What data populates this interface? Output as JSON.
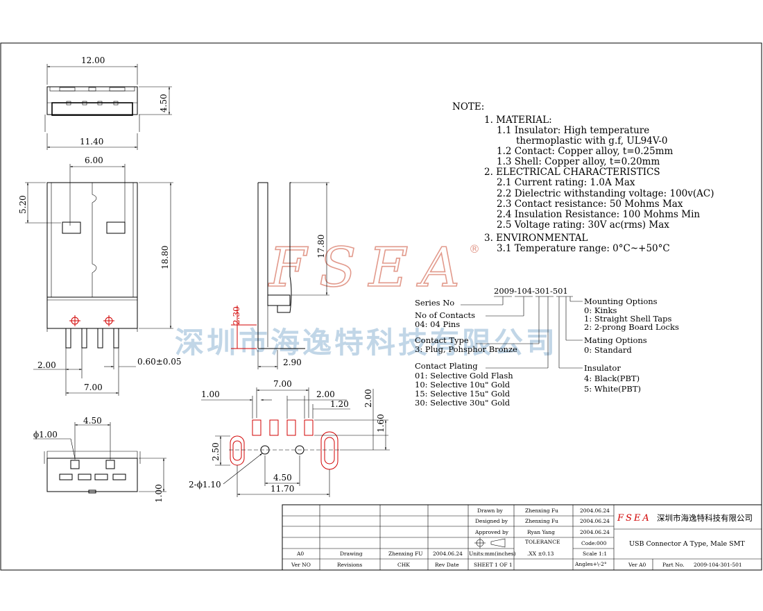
{
  "watermark": {
    "brand": "FSEA",
    "brand_mark": "®",
    "company_cn": "深圳市海逸特科技有限公司"
  },
  "dimensions": {
    "top_width": "12.00",
    "top_height": "4.50",
    "top_inner_width": "11.40",
    "contact_span": "6.00",
    "window_offset": "5.20",
    "body_length": "18.80",
    "side_length": "17.80",
    "side_step": "2.30",
    "side_foot": "2.90",
    "pin_offset": "2.00",
    "pin_width": "0.60±0.05",
    "pin_span": "7.00",
    "end_span": "4.50",
    "end_hole": "ϕ1.00",
    "end_step": "1.00",
    "pad_span": "7.00",
    "pad_pitch": "1.00",
    "pad_gap": "2.00",
    "pad_width": "1.20",
    "pad_height": "2.00",
    "pad_row": "1.60",
    "slot_width": "2.50",
    "hole_span": "4.50",
    "slot_span": "11.70",
    "hole_callout": "2-ϕ1.10"
  },
  "notes": {
    "heading": "NOTE:",
    "lines": [
      "1.  MATERIAL:",
      "1.1  Insulator: High temperature",
      "thermoplastic with g.f, UL94V-0",
      "1.2  Contact: Copper alloy, t=0.25mm",
      "1.3  Shell: Copper alloy, t=0.20mm",
      "2.  ELECTRICAL CHARACTERISTICS",
      "2.1  Current rating: 1.0A Max",
      "2.2  Dielectric withstanding voltage: 100v(AC)",
      "2.3  Contact resistance: 50 Mohms Max",
      "2.4  Insulation Resistance: 100 Mohms Min",
      "2.5  Voltage rating: 30V ac(rms) Max",
      "3.  ENVIRONMENTAL",
      "3.1  Temperature range: 0°C~+50°C"
    ]
  },
  "part_code": {
    "code": "2009-104-301-501",
    "series": [
      "Series No"
    ],
    "contacts": [
      "No of Contacts",
      "04: 04 Pins"
    ],
    "contact_type": [
      "Contact Type",
      "3: Plug, Pohsphor Bronze"
    ],
    "contact_plating": [
      "Contact Plating",
      "01: Selective Gold Flash",
      "10: Selective 10u\" Gold",
      "15: Selective 15u\" Gold",
      "30: Selective 30u\" Gold"
    ],
    "mounting": [
      "Mounting Options",
      "0: Kinks",
      "1: Straight Shell Taps",
      "2: 2-prong Board Locks"
    ],
    "mating": [
      "Mating Options",
      "0: Standard"
    ],
    "insulator": [
      "Insulator",
      "4: Black(PBT)",
      "5: White(PBT)"
    ]
  },
  "title_block": {
    "drawn_by_label": "Drawn  by",
    "drawn_by": "Zhenxing Fu",
    "drawn_date": "2004.06.24",
    "designed_by_label": "Designed by",
    "designed_by": "Zhenxing Fu",
    "designed_date": "2004.06.24",
    "approved_by_label": "Approved by",
    "approved_by": "Ryan Yang",
    "approved_date": "2004.06.24",
    "tolerance_label": "TOLERANCE",
    "tolerance_value": ".XX  ±0.13",
    "code_label": "Code:000",
    "scale": "Scale 1:1",
    "angles": "Angles+\\-2°",
    "units": "Units:mm(inches)",
    "sheet": "SHEET 1 OF 1",
    "company_cn": "深圳市海逸特科技有限公司",
    "logo": "FSEA",
    "title": "USB Connector A Type, Male SMT",
    "ver_label": "Ver A0",
    "part_no_label": "Part No.",
    "part_no": "2009-104-301-501",
    "rev_row": [
      "A0",
      "Drawing",
      "Zhenxing FU",
      "2004.06.24"
    ],
    "rev_header": [
      "Ver NO",
      "Revisions",
      "CHK",
      "Rev Date"
    ]
  }
}
